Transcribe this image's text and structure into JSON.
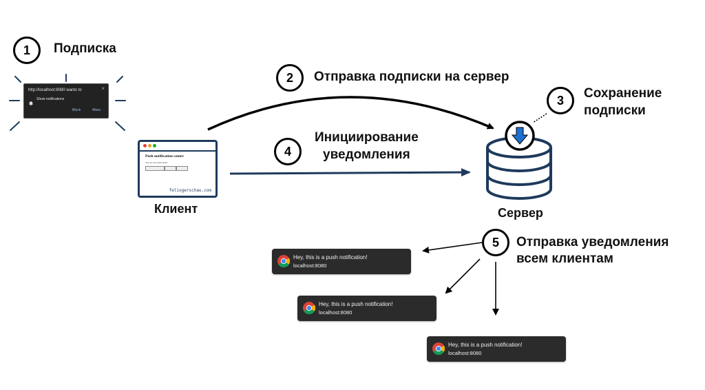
{
  "steps": [
    {
      "number": "1",
      "label": "Подписка"
    },
    {
      "number": "2",
      "label": "Отправка подписки на сервер"
    },
    {
      "number": "3",
      "label_line1": "Сохранение",
      "label_line2": "подписки"
    },
    {
      "number": "4",
      "label_line1": "Инициирование",
      "label_line2": "уведомления"
    },
    {
      "number": "5",
      "label_line1": "Отправка уведомления",
      "label_line2": "всем клиентам"
    }
  ],
  "nodes": {
    "client": {
      "label": "Клиент"
    },
    "server": {
      "label": "Сервер"
    }
  },
  "permission_popup": {
    "origin_text": "http://localhost:8080 wants to",
    "request_text": "Show notifications",
    "block_label": "Block",
    "allow_label": "Allow",
    "close_glyph": "×"
  },
  "client_window": {
    "page_title": "Push notification center",
    "status_text": "You are not subscribed",
    "domain": "felixgerschau.com"
  },
  "notifications": [
    {
      "title": "Hey, this is a push notification!",
      "origin": "localhost:8080"
    },
    {
      "title": "Hey, this is a push notification!",
      "origin": "localhost:8080"
    },
    {
      "title": "Hey, this is a push notification!",
      "origin": "localhost:8080"
    }
  ],
  "colors": {
    "navy": "#1e3a5c",
    "download_arrow": "#1f6fd1",
    "toast_bg": "#2b2b2b"
  }
}
